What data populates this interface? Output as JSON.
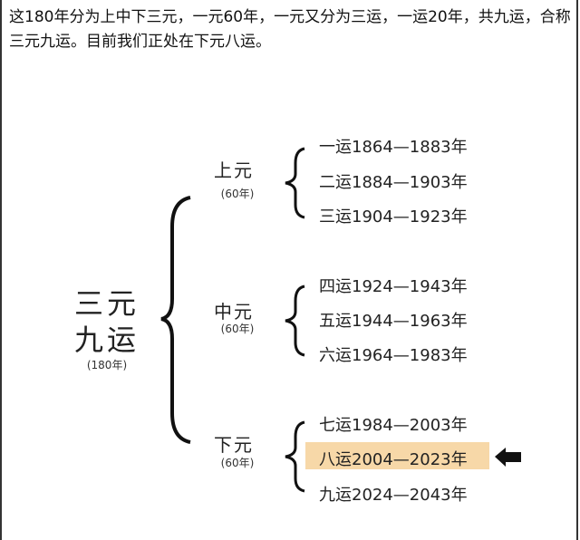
{
  "intro_text": "这180年分为上中下三元，一元60年，一元又分为三运，一运20年，共九运，合称三元九运。目前我们正处在下元八运。",
  "root": {
    "line1": "三元",
    "line2": "九运",
    "years": "(180年)"
  },
  "groups": [
    {
      "name": "上元",
      "years": "(60年)",
      "items": [
        "一运1864—1883年",
        "二运1884—1903年",
        "三运1904—1923年"
      ]
    },
    {
      "name": "中元",
      "years": "(60年)",
      "items": [
        "四运1924—1943年",
        "五运1944—1963年",
        "六运1964—1983年"
      ]
    },
    {
      "name": "下元",
      "years": "(60年)",
      "items": [
        "七运1984—2003年",
        "八运2004—2023年",
        "九运2024—2043年"
      ]
    }
  ],
  "current_item": "八运2004—2023年",
  "colors": {
    "highlight": "#f7d8a8",
    "arrow": "#111111"
  }
}
